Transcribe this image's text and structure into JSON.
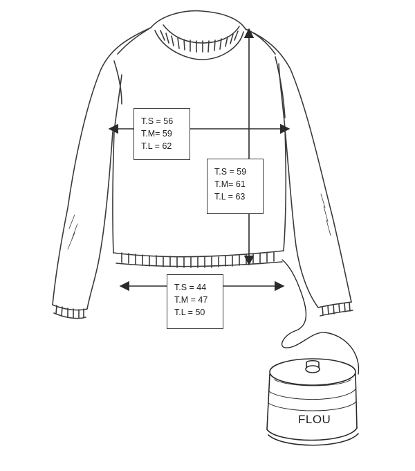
{
  "measurements": {
    "chest_width": {
      "lines": [
        "T.S = 56",
        "T.M= 59",
        "T.L = 62"
      ]
    },
    "body_length": {
      "lines": [
        "T.S = 59",
        "T.M= 61",
        "T.L = 63"
      ]
    },
    "hem_width": {
      "lines": [
        "T.S = 44",
        "T.M = 47",
        "T.L = 50"
      ]
    }
  },
  "yarn_cone": {
    "brand_label": "FLOU"
  },
  "icons": {
    "sweater": "sweater-sketch-icon",
    "yarn": "yarn-cone-icon",
    "arrows": "double-arrow-icon"
  },
  "colors": {
    "ink": "#3a3a3a",
    "paper": "#ffffff"
  }
}
